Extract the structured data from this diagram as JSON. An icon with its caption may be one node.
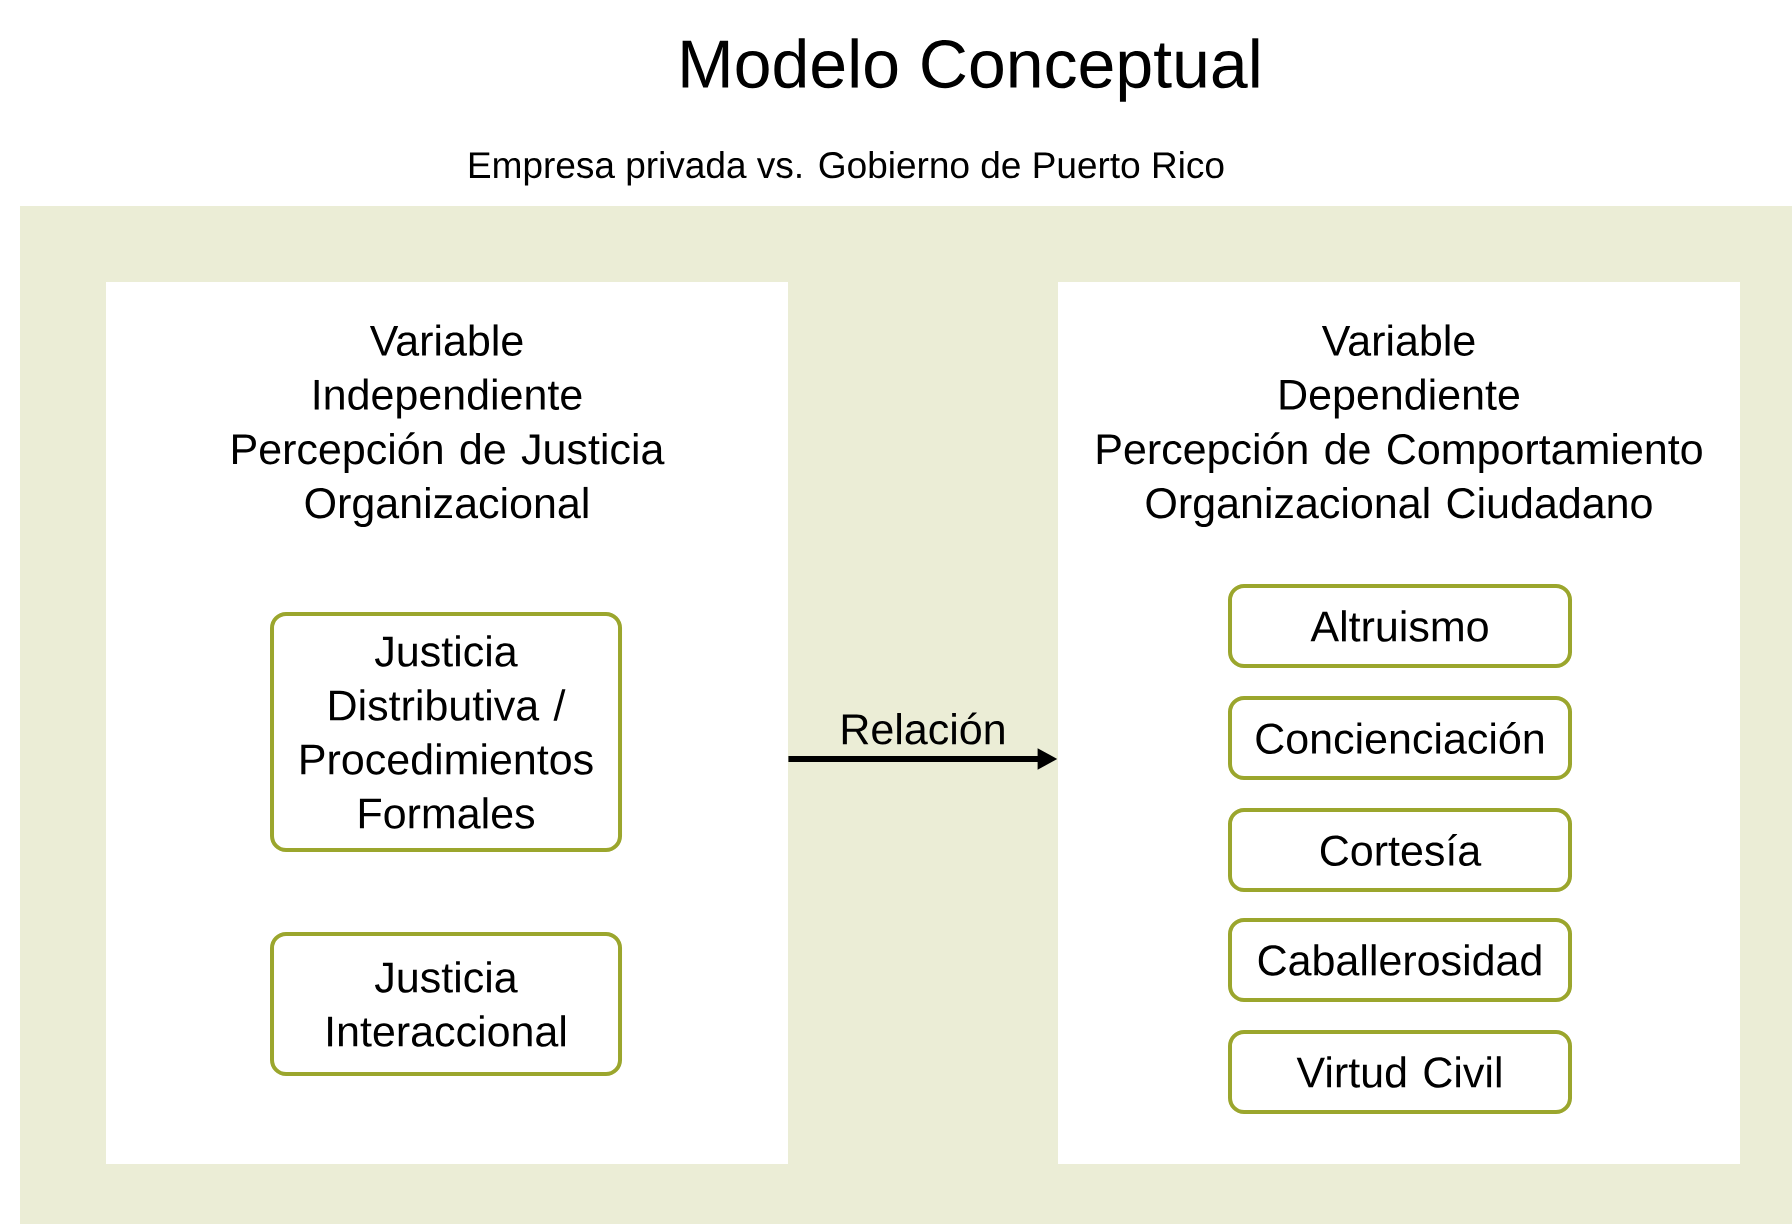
{
  "diagram": {
    "title": "Modelo Conceptual",
    "nodes": [
      {
        "text": [
          "Empresa privada vs. Gobierno de Puerto Rico"
        ]
      },
      {
        "text": [
          "Variable Independiente",
          "Percepción de Justicia Organizacional"
        ],
        "in": 0
      },
      {
        "text": [
          "Justicia Distributiva / Procedimientos Formales"
        ],
        "in": 1
      },
      {
        "text": [
          "Justicia Interaccional"
        ],
        "in": 1
      },
      {
        "text": [
          "Variable Dependiente",
          "Percepción de Comportamiento Organizacional Ciudadano"
        ],
        "in": 0
      },
      {
        "text": [
          "Altruismo"
        ],
        "in": 4
      },
      {
        "text": [
          "Concienciación"
        ],
        "in": 4
      },
      {
        "text": [
          "Cortesía"
        ],
        "in": 4
      },
      {
        "text": [
          "Caballerosidad"
        ],
        "in": 4
      },
      {
        "text": [
          "Virtud Civil"
        ],
        "in": 4
      }
    ],
    "edges": [
      {
        "from": 1,
        "to": 4,
        "arrow": "to",
        "label": "Relación"
      }
    ]
  }
}
